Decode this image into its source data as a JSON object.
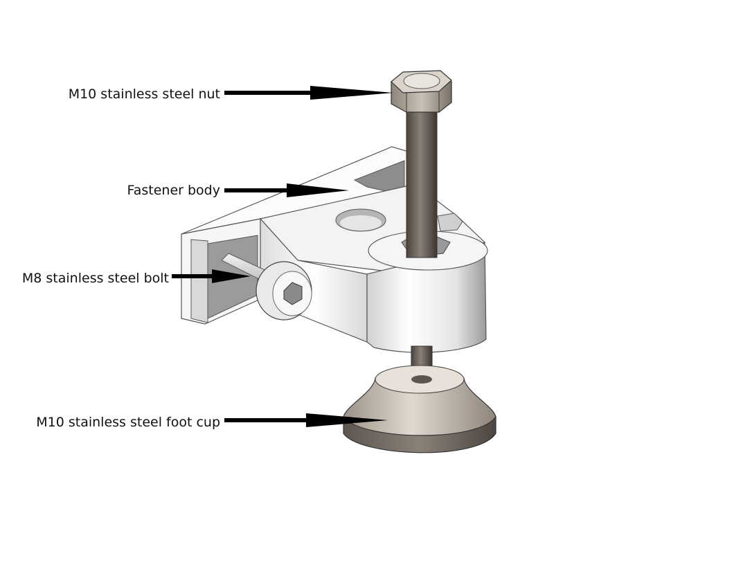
{
  "labels": {
    "nut": "M10 stainless steel nut",
    "body": "Fastener body",
    "bolt": "M8 stainless steel bolt",
    "foot_cup": "M10 stainless steel foot cup"
  },
  "colors": {
    "background": "#ffffff",
    "arrow": "#000000",
    "metal_light": "#ededed",
    "metal_mid": "#c9c9c9",
    "metal_dark": "#7a7a7a",
    "rod": "#6e655d",
    "cup": "#bdb4a9"
  }
}
